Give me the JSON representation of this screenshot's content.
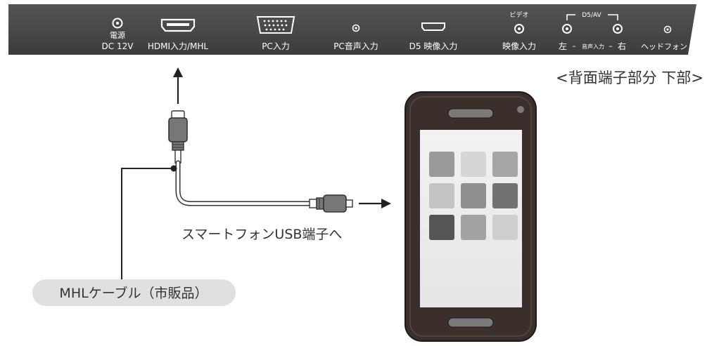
{
  "panel": {
    "ports": {
      "dc": {
        "label_line1": "電源",
        "label_line2": "DC 12V"
      },
      "hdmi": {
        "label": "HDMI入力/MHL"
      },
      "pc": {
        "label": "PC入力"
      },
      "pc_audio": {
        "label": "PC音声入力"
      },
      "d5": {
        "label": "D5 映像入力"
      },
      "video": {
        "top_label": "ビデオ",
        "label": "映像入力"
      },
      "audio_lr": {
        "group_label": "D5/AV",
        "left": "左",
        "middle": "音声入力",
        "right": "右"
      },
      "headphone": {
        "label": "ヘッドフォン"
      }
    }
  },
  "caption": "<背面端子部分 下部>",
  "cable_label": "MHLケーブル（市販品）",
  "smartphone_label": "スマートフォンUSB端子へ",
  "colors": {
    "panel_bg": "#4a4a4a",
    "panel_text": "#ffffff",
    "label_bg": "#e0e0e0",
    "phone_body": "#3a2f2b",
    "tile_colors": [
      "#9a9a9a",
      "#d6d6d6",
      "#a6a6a6",
      "#c4c4c4",
      "#8e8e8e",
      "#727272",
      "#555555",
      "#a3a3a3",
      "#cfcfcf"
    ]
  }
}
